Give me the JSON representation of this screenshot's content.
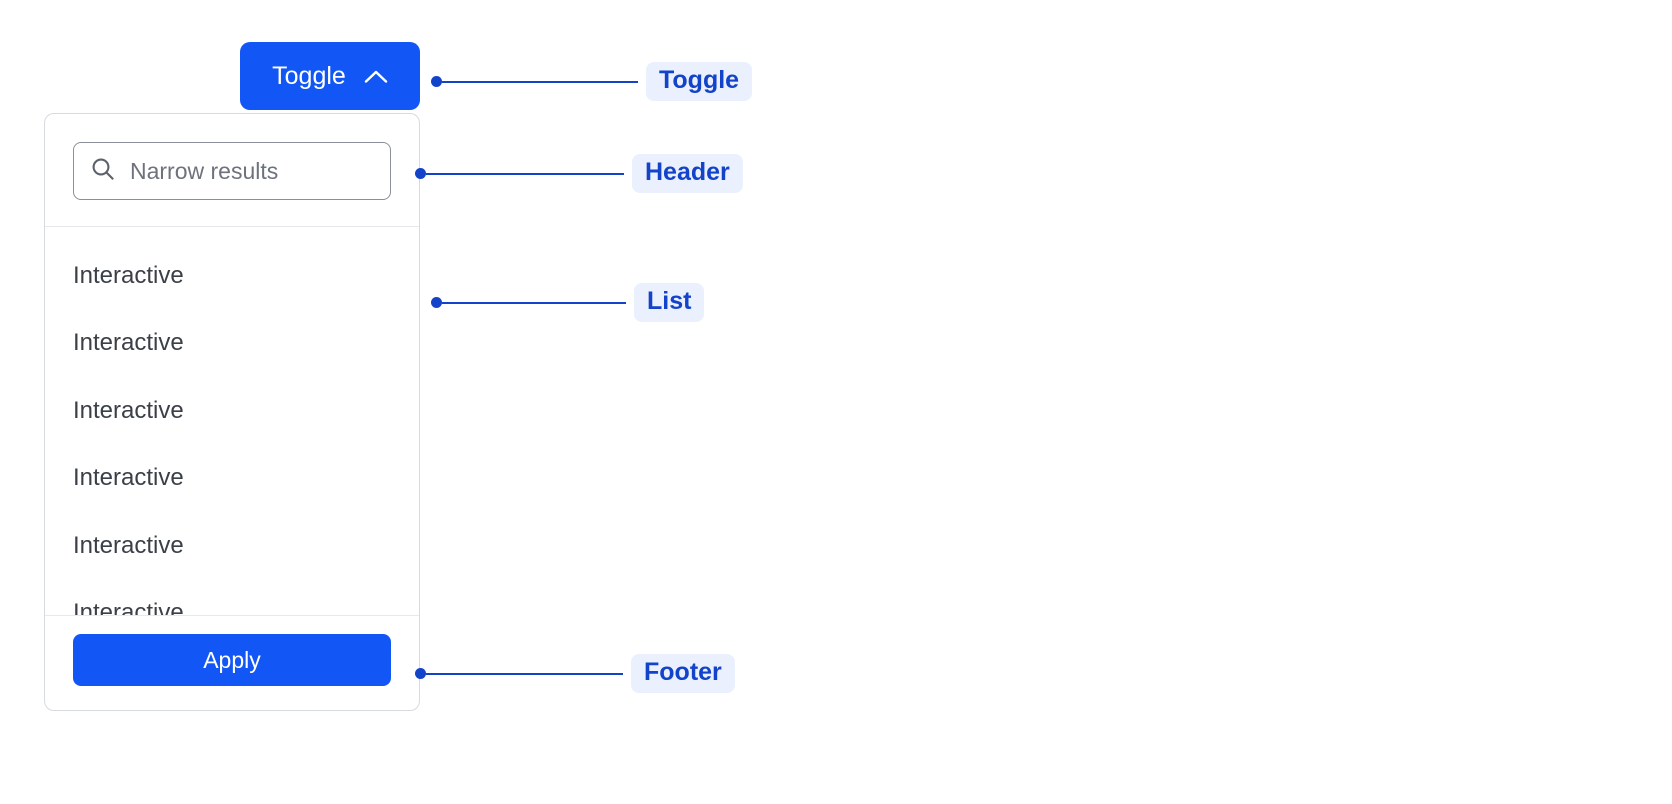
{
  "toggle": {
    "label": "Toggle",
    "icon": "chevron-up-icon"
  },
  "panel": {
    "header": {
      "search": {
        "icon": "search-icon",
        "value": "",
        "placeholder": "Narrow results"
      }
    },
    "list": {
      "items": [
        {
          "label": "Interactive"
        },
        {
          "label": "Interactive"
        },
        {
          "label": "Interactive"
        },
        {
          "label": "Interactive"
        },
        {
          "label": "Interactive"
        },
        {
          "label": "Interactive"
        }
      ]
    },
    "footer": {
      "apply_label": "Apply"
    }
  },
  "annotations": [
    {
      "label": "Toggle"
    },
    {
      "label": "Header"
    },
    {
      "label": "List"
    },
    {
      "label": "Footer"
    }
  ],
  "colors": {
    "accent_blue": "#1257f5",
    "annotation_blue": "#1243c9",
    "annotation_pill_bg": "#eaf0fd",
    "panel_border": "#d7dadf",
    "divider": "#e7e9ec",
    "item_text": "#3b3f47",
    "placeholder_text": "#6e727c",
    "page_background": "#ffffff"
  }
}
